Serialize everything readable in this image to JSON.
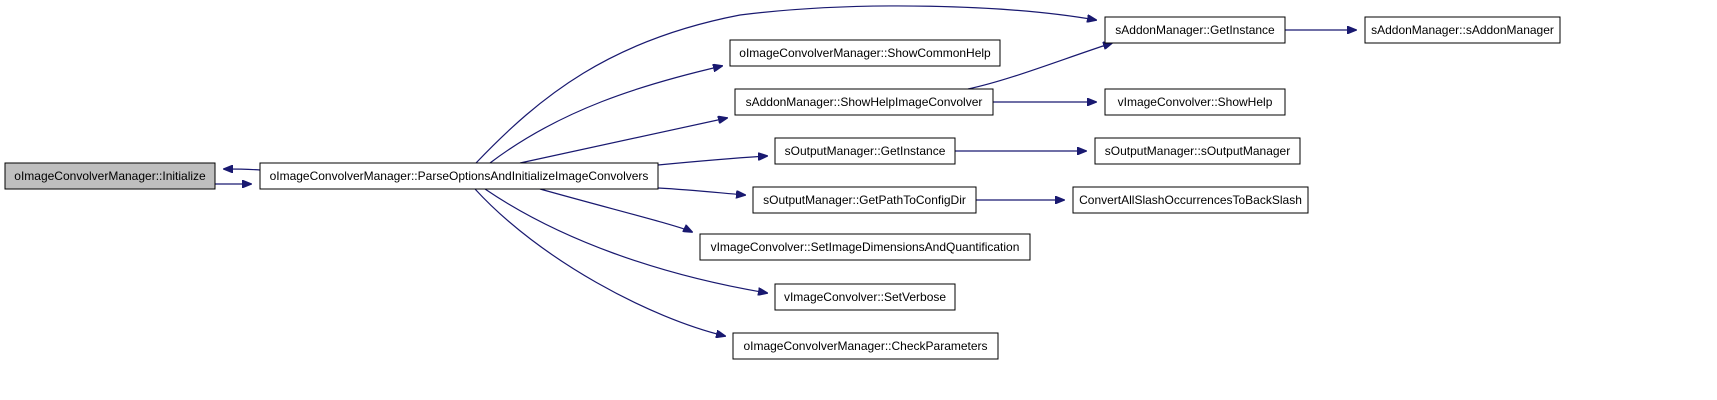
{
  "diagram": {
    "type": "call-graph",
    "colors": {
      "edge": "#191970",
      "node_border": "#000000",
      "node_fill": "#ffffff",
      "selected_node_fill": "#bfbfbf"
    },
    "nodes": [
      {
        "id": "initialize",
        "label": "oImageConvolverManager::Initialize",
        "selected": true
      },
      {
        "id": "parse",
        "label": "oImageConvolverManager::ParseOptionsAndInitializeImageConvolvers"
      },
      {
        "id": "addon_getinstance",
        "label": "sAddonManager::GetInstance"
      },
      {
        "id": "addon_ctor",
        "label": "sAddonManager::sAddonManager"
      },
      {
        "id": "show_common_help",
        "label": "oImageConvolverManager::ShowCommonHelp"
      },
      {
        "id": "show_help_ic",
        "label": "sAddonManager::ShowHelpImageConvolver"
      },
      {
        "id": "vic_showhelp",
        "label": "vImageConvolver::ShowHelp"
      },
      {
        "id": "output_getinstance",
        "label": "sOutputManager::GetInstance"
      },
      {
        "id": "output_ctor",
        "label": "sOutputManager::sOutputManager"
      },
      {
        "id": "get_path_config",
        "label": "sOutputManager::GetPathToConfigDir"
      },
      {
        "id": "convert_slash",
        "label": "ConvertAllSlashOccurrencesToBackSlash"
      },
      {
        "id": "set_image_dims",
        "label": "vImageConvolver::SetImageDimensionsAndQuantification"
      },
      {
        "id": "set_verbose",
        "label": "vImageConvolver::SetVerbose"
      },
      {
        "id": "check_params",
        "label": "oImageConvolverManager::CheckParameters"
      }
    ],
    "edges": [
      {
        "from": "initialize",
        "to": "parse"
      },
      {
        "from": "parse",
        "to": "initialize"
      },
      {
        "from": "parse",
        "to": "addon_getinstance"
      },
      {
        "from": "parse",
        "to": "show_common_help"
      },
      {
        "from": "parse",
        "to": "show_help_ic"
      },
      {
        "from": "parse",
        "to": "output_getinstance"
      },
      {
        "from": "parse",
        "to": "get_path_config"
      },
      {
        "from": "parse",
        "to": "set_image_dims"
      },
      {
        "from": "parse",
        "to": "set_verbose"
      },
      {
        "from": "parse",
        "to": "check_params"
      },
      {
        "from": "addon_getinstance",
        "to": "addon_ctor"
      },
      {
        "from": "show_help_ic",
        "to": "addon_getinstance"
      },
      {
        "from": "show_help_ic",
        "to": "vic_showhelp"
      },
      {
        "from": "output_getinstance",
        "to": "output_ctor"
      },
      {
        "from": "get_path_config",
        "to": "convert_slash"
      }
    ]
  }
}
